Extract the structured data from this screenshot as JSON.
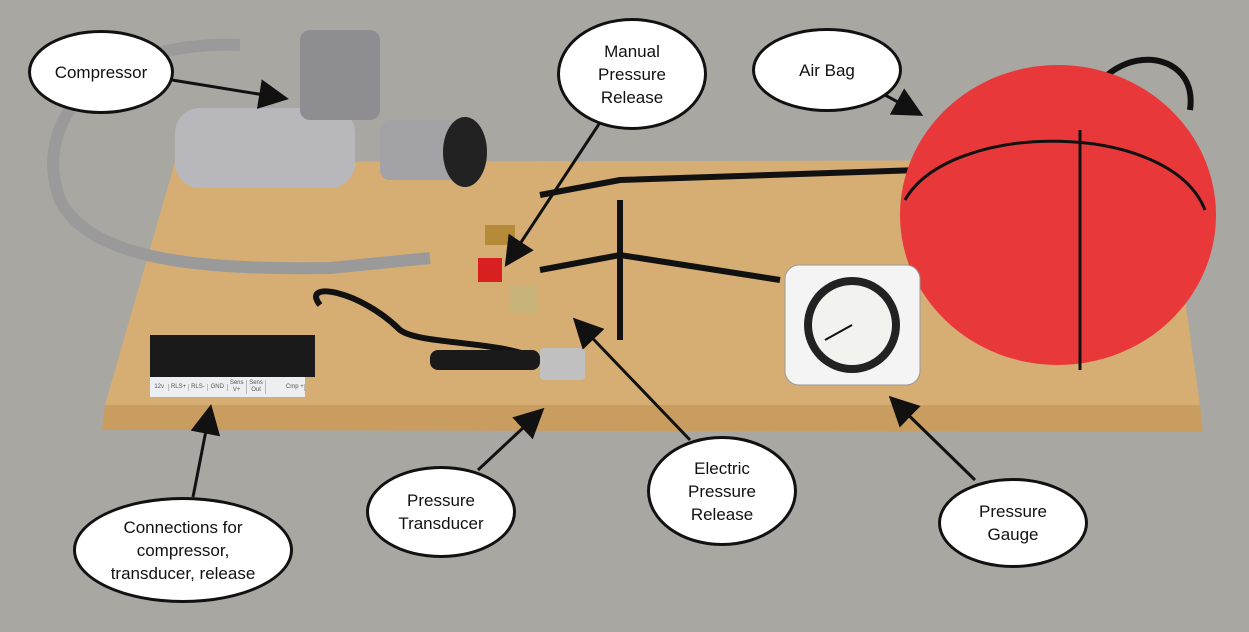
{
  "callouts": {
    "compressor": "Compressor",
    "manual_release": "Manual Pressure Release",
    "air_bag": "Air Bag",
    "electric_release": "Electric Pressure Release",
    "transducer": "Pressure Transducer",
    "gauge": "Pressure Gauge",
    "connections": "Connections for compressor, transducer, release"
  },
  "terminal_labels": [
    "12v",
    "RLS+",
    "RLS-",
    "GND",
    "Sens V+",
    "Sens Out",
    "",
    "Cmp +"
  ],
  "colors": {
    "air_bag": "#e8383a",
    "board": "#d9b27a",
    "floor": "#a8a7a2"
  }
}
